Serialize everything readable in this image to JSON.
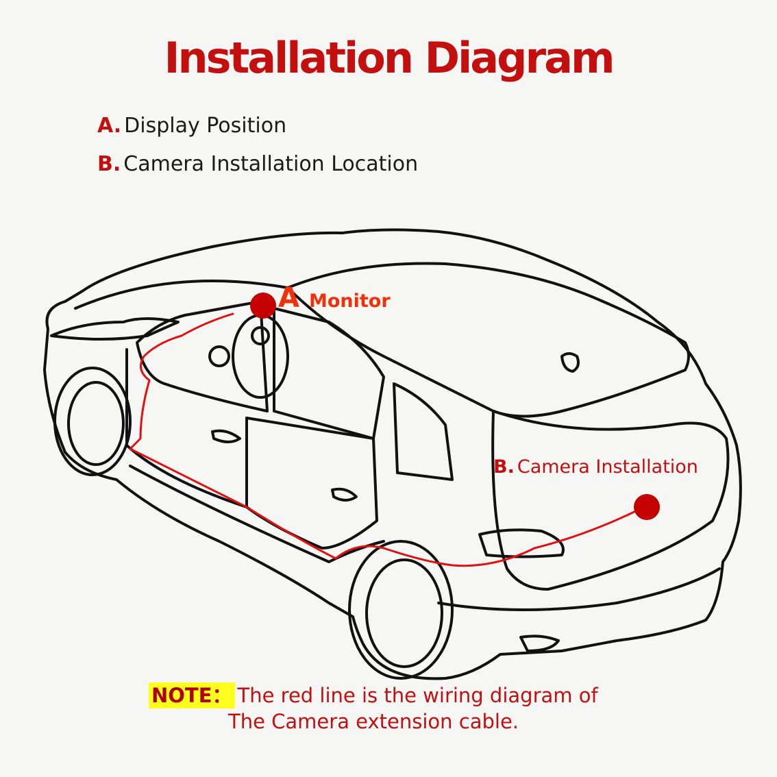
{
  "title": "Installation Diagram",
  "legend": [
    {
      "key": "A.",
      "text": "Display Position"
    },
    {
      "key": "B.",
      "text": "Camera Installation Location"
    }
  ],
  "markers": {
    "a": {
      "letter": "A",
      "label": "Monitor"
    },
    "b": {
      "key": "B.",
      "label": "Camera Installation"
    }
  },
  "note": {
    "tag": "NOTE：",
    "line1": "The red line is the wiring diagram of",
    "line2": "The Camera extension cable."
  },
  "colors": {
    "title_red": "#c40f0f",
    "wire_red": "#e01010",
    "marker_red": "#c40000",
    "monitor_orange": "#f0310a",
    "note_highlight": "#ffff1e"
  }
}
